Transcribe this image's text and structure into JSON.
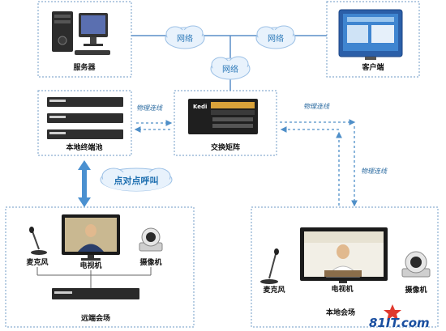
{
  "nodes": {
    "server": "服务器",
    "client": "客户端",
    "terminal_pool": "本地终端池",
    "switch_matrix": "交换矩阵",
    "remote_venue": "远端会场",
    "local_venue": "本地会场"
  },
  "network_label": "网络",
  "link_label": "物理连线",
  "p2p_label": "点对点呼叫",
  "matrix_brand": "Kedi",
  "devices": {
    "microphone": "麦克风",
    "tv": "电视机",
    "camera": "摄像机"
  },
  "watermark": "81IT.com"
}
